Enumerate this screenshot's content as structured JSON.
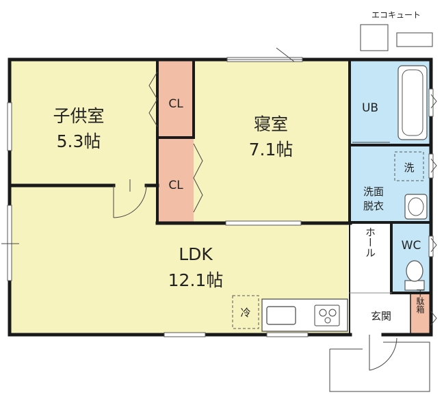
{
  "equipment": {
    "ecocute": "エコキュート",
    "fridge": "冷",
    "washer": "洗"
  },
  "rooms": {
    "kids_room": {
      "name": "子供室",
      "size": "5.3帖"
    },
    "bedroom": {
      "name": "寝室",
      "size": "7.1帖"
    },
    "closet_upper": {
      "name": "CL"
    },
    "closet_lower": {
      "name": "CL"
    },
    "bath": {
      "name": "UB"
    },
    "washroom": {
      "name_line1": "洗面",
      "name_line2": "脱衣"
    },
    "toilet": {
      "name": "WC"
    },
    "hall": {
      "name": "ホール"
    },
    "ldk": {
      "name": "LDK",
      "size": "12.1帖"
    },
    "entrance": {
      "name": "玄関"
    },
    "shoe_box": {
      "name": "下駄箱"
    }
  },
  "colors": {
    "room_fill": "#F7F3BE",
    "closet_fill": "#F2BFA6",
    "wet_fill": "#C4E6F6",
    "wall": "#1a1a1a"
  }
}
